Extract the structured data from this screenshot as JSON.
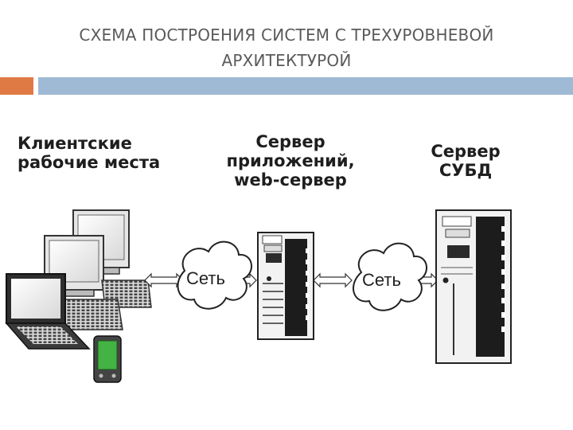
{
  "title": {
    "line1": "СХЕМА ПОСТРОЕНИЯ СИСТЕМ С ТРЕХУРОВНЕВОЙ",
    "line2": "АРХИТЕКТУРОЙ"
  },
  "colors": {
    "accent": "#e07a45",
    "band": "#9fbad4",
    "title": "#5a5a5a"
  },
  "nodes": {
    "clients": {
      "line1": "Клиентские",
      "line2": "рабочие места"
    },
    "app_server": {
      "line1": "Сервер",
      "line2": "приложений,",
      "line3": "web-сервер"
    },
    "db_server": {
      "line1": "Сервер",
      "line2": "СУБД"
    }
  },
  "networks": {
    "net1": "Сеть",
    "net2": "Сеть"
  }
}
